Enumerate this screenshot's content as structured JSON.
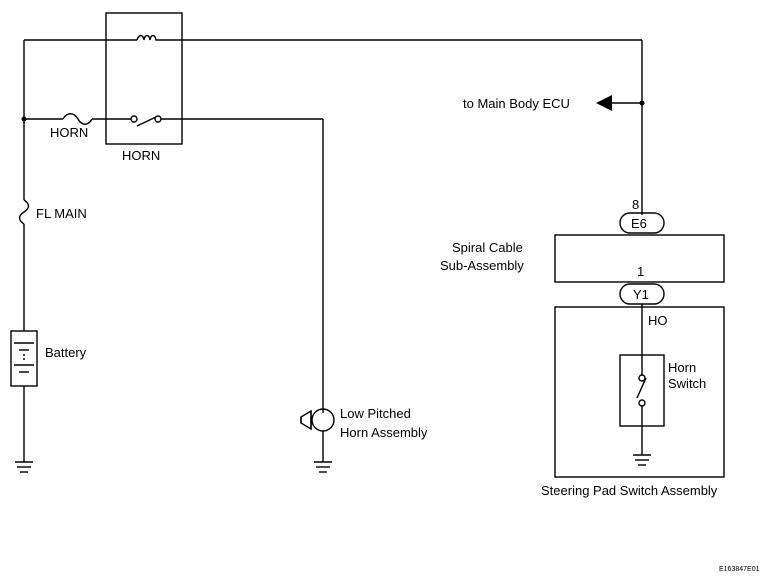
{
  "labels": {
    "relay_horn": "HORN",
    "fuse_horn": "HORN",
    "fl_main": "FL MAIN",
    "battery": "Battery",
    "to_main_body_ecu": "to Main Body ECU",
    "pin_8": "8",
    "connector_e6": "E6",
    "spiral_cable_line1": "Spiral Cable",
    "spiral_cable_line2": "Sub-Assembly",
    "pin_1": "1",
    "connector_y1": "Y1",
    "ho": "HO",
    "horn_switch_line1": "Horn",
    "horn_switch_line2": "Switch",
    "low_pitched_line1": "Low Pitched",
    "low_pitched_line2": "Horn Assembly",
    "steering_pad": "Steering Pad Switch Assembly",
    "figure_code": "E163847E01"
  }
}
